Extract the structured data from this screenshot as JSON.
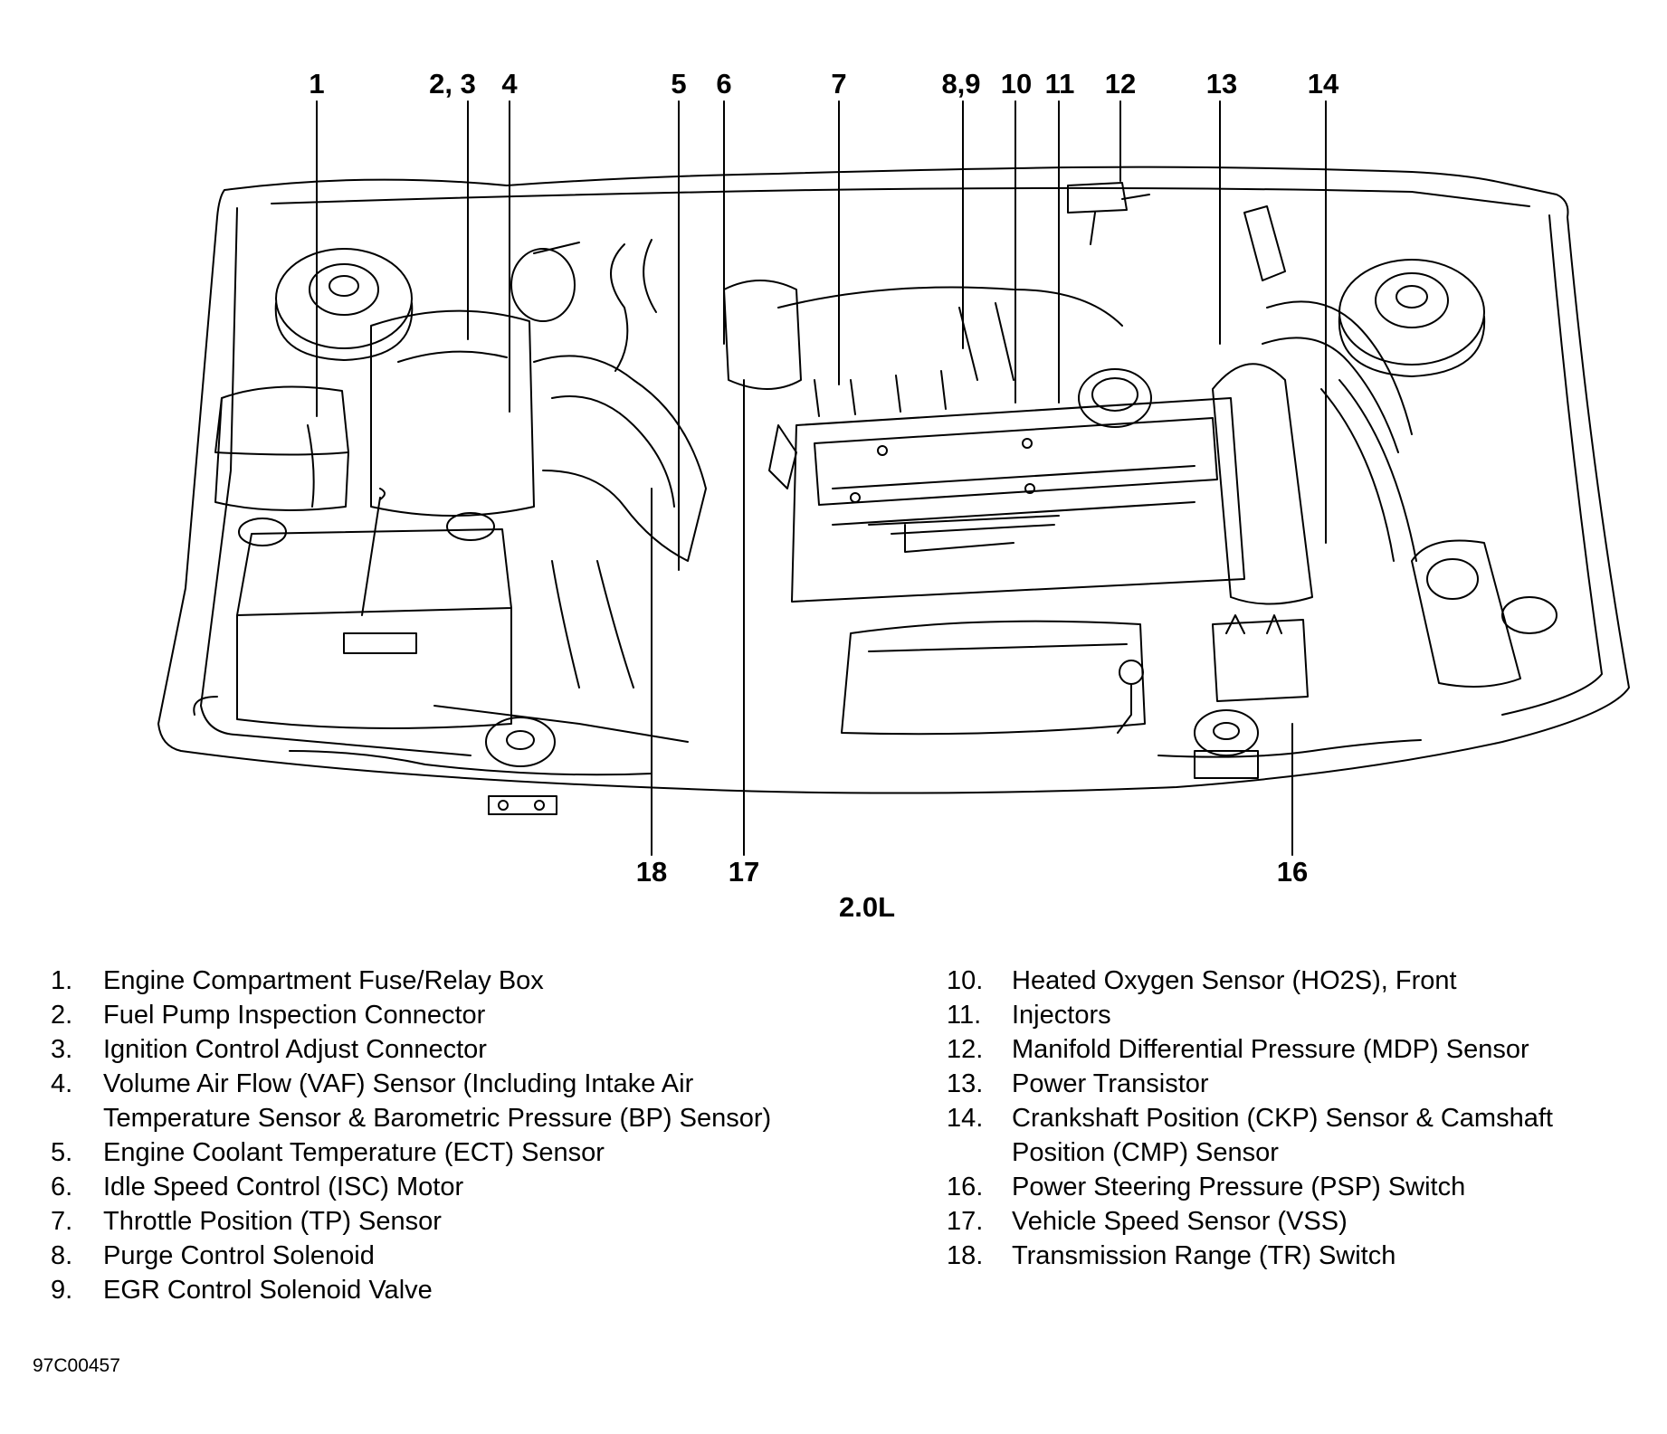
{
  "callouts": {
    "c1": "1",
    "c23": "2, 3",
    "c4": "4",
    "c5": "5",
    "c6": "6",
    "c7": "7",
    "c89": "8,9",
    "c10": "10",
    "c11": "11",
    "c12": "12",
    "c13": "13",
    "c14": "14",
    "c16": "16",
    "c17": "17",
    "c18": "18"
  },
  "subtitle": "2.0L",
  "legend_left": [
    {
      "num": "1.",
      "text": "Engine Compartment Fuse/Relay Box"
    },
    {
      "num": "2.",
      "text": "Fuel Pump Inspection Connector"
    },
    {
      "num": "3.",
      "text": "Ignition Control Adjust Connector"
    },
    {
      "num": "4.",
      "text": "Volume Air Flow (VAF) Sensor (Including Intake Air"
    },
    {
      "num": "",
      "text": "Temperature Sensor & Barometric Pressure (BP) Sensor)"
    },
    {
      "num": "5.",
      "text": "Engine Coolant Temperature (ECT) Sensor"
    },
    {
      "num": "6.",
      "text": "Idle Speed Control (ISC) Motor"
    },
    {
      "num": "7.",
      "text": "Throttle Position (TP) Sensor"
    },
    {
      "num": "8.",
      "text": "Purge Control Solenoid"
    },
    {
      "num": "9.",
      "text": "EGR Control Solenoid Valve"
    }
  ],
  "legend_right": [
    {
      "num": "10.",
      "text": "Heated Oxygen Sensor (HO2S), Front"
    },
    {
      "num": "11.",
      "text": "Injectors"
    },
    {
      "num": "12.",
      "text": "Manifold Differential Pressure (MDP) Sensor"
    },
    {
      "num": "13.",
      "text": "Power Transistor"
    },
    {
      "num": "14.",
      "text": "Crankshaft Position (CKP) Sensor & Camshaft"
    },
    {
      "num": "",
      "text": "Position (CMP) Sensor"
    },
    {
      "num": "16.",
      "text": "Power Steering Pressure (PSP) Switch"
    },
    {
      "num": "17.",
      "text": "Vehicle Speed Sensor (VSS)"
    },
    {
      "num": "18.",
      "text": "Transmission Range (TR) Switch"
    }
  ],
  "figure_code": "97C00457"
}
